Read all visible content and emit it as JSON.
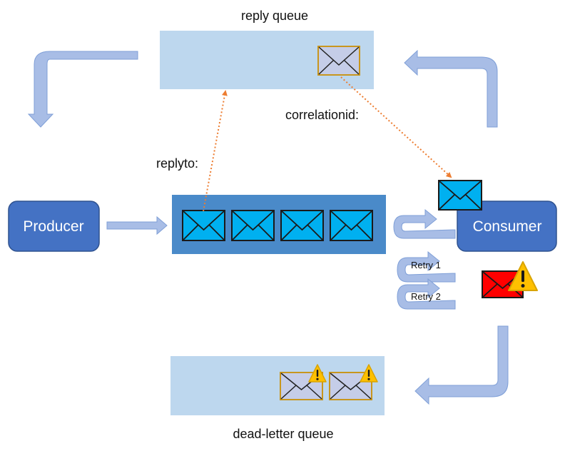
{
  "labels": {
    "reply_queue": "reply queue",
    "correlationid": "correlationid:",
    "replyto": "replyto:",
    "producer": "Producer",
    "consumer": "Consumer",
    "retry_1": "Retry 1",
    "retry_2": "Retry 2",
    "dead_letter_queue": "dead-letter queue"
  },
  "colors": {
    "queue_light": "#bdd7ee",
    "queue_main": "#4a8ac9",
    "node_box": "#4472c4",
    "envelope_blue": "#00b0f0",
    "envelope_pale": "#c5cde8",
    "envelope_red": "#ff0000",
    "envelope_border": "#c8961e",
    "arrow_fill": "#a8bde6",
    "arrow_stroke": "#7f9fd7",
    "dotted_arrow": "#ed7d31",
    "warning": "#ffc000"
  },
  "icons": {
    "message": "envelope-icon",
    "warning": "warning-icon"
  }
}
